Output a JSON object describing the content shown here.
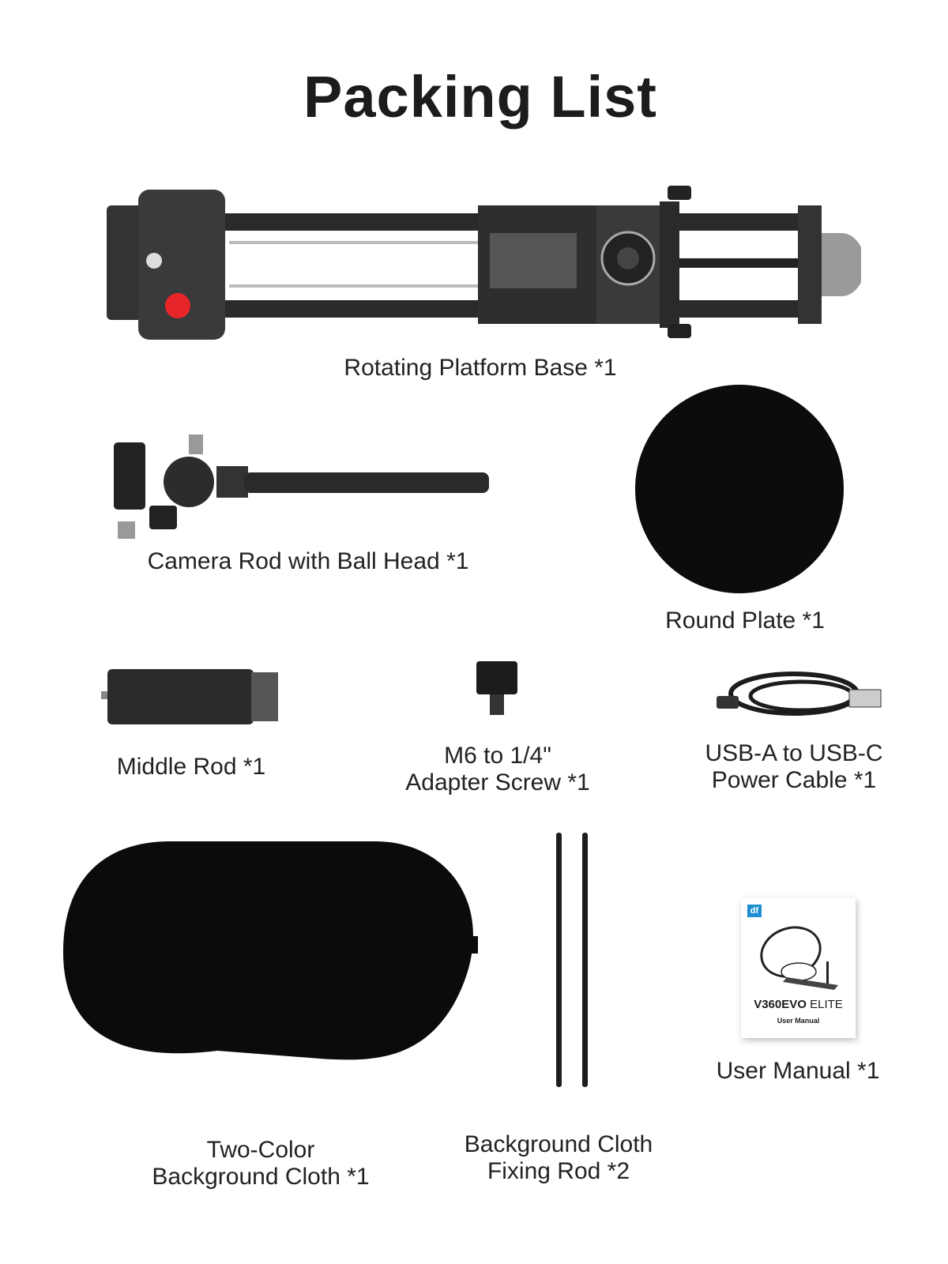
{
  "title": "Packing List",
  "items": [
    {
      "label": "Rotating Platform Base *1"
    },
    {
      "label": "Camera Rod with Ball Head *1"
    },
    {
      "label": "Round Plate *1"
    },
    {
      "label": "Middle Rod *1"
    },
    {
      "label_lines": [
        "M6 to 1/4\"",
        "Adapter Screw *1"
      ]
    },
    {
      "label_lines": [
        "USB-A to USB-C",
        "Power Cable *1"
      ]
    },
    {
      "label_lines": [
        "Two-Color",
        "Background Cloth *1"
      ]
    },
    {
      "label_lines": [
        "Background Cloth",
        "Fixing Rod *2"
      ]
    },
    {
      "label": "User Manual *1"
    }
  ],
  "manual": {
    "brand": "df",
    "product": "V360EVO",
    "edition": "ELITE",
    "subtitle": "User Manual"
  },
  "colors": {
    "accent_red": "#e8262a",
    "brand_blue": "#1e8fd0"
  }
}
